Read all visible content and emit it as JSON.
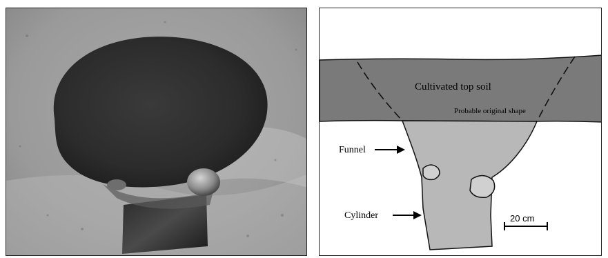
{
  "figure": {
    "photo": {
      "description_icon": "excavation-photo"
    },
    "section_drawing": {
      "labels": {
        "topsoil": "Cultivated top soil",
        "original_shape": "Probable original shape",
        "funnel": "Funnel",
        "cylinder": "Cylinder",
        "scale": "20 cm"
      },
      "colors": {
        "topsoil": "#7a7a7a",
        "pit_fill": "#b8b8b8",
        "stones": "#c8c8c8",
        "outline": "#111111"
      }
    }
  }
}
